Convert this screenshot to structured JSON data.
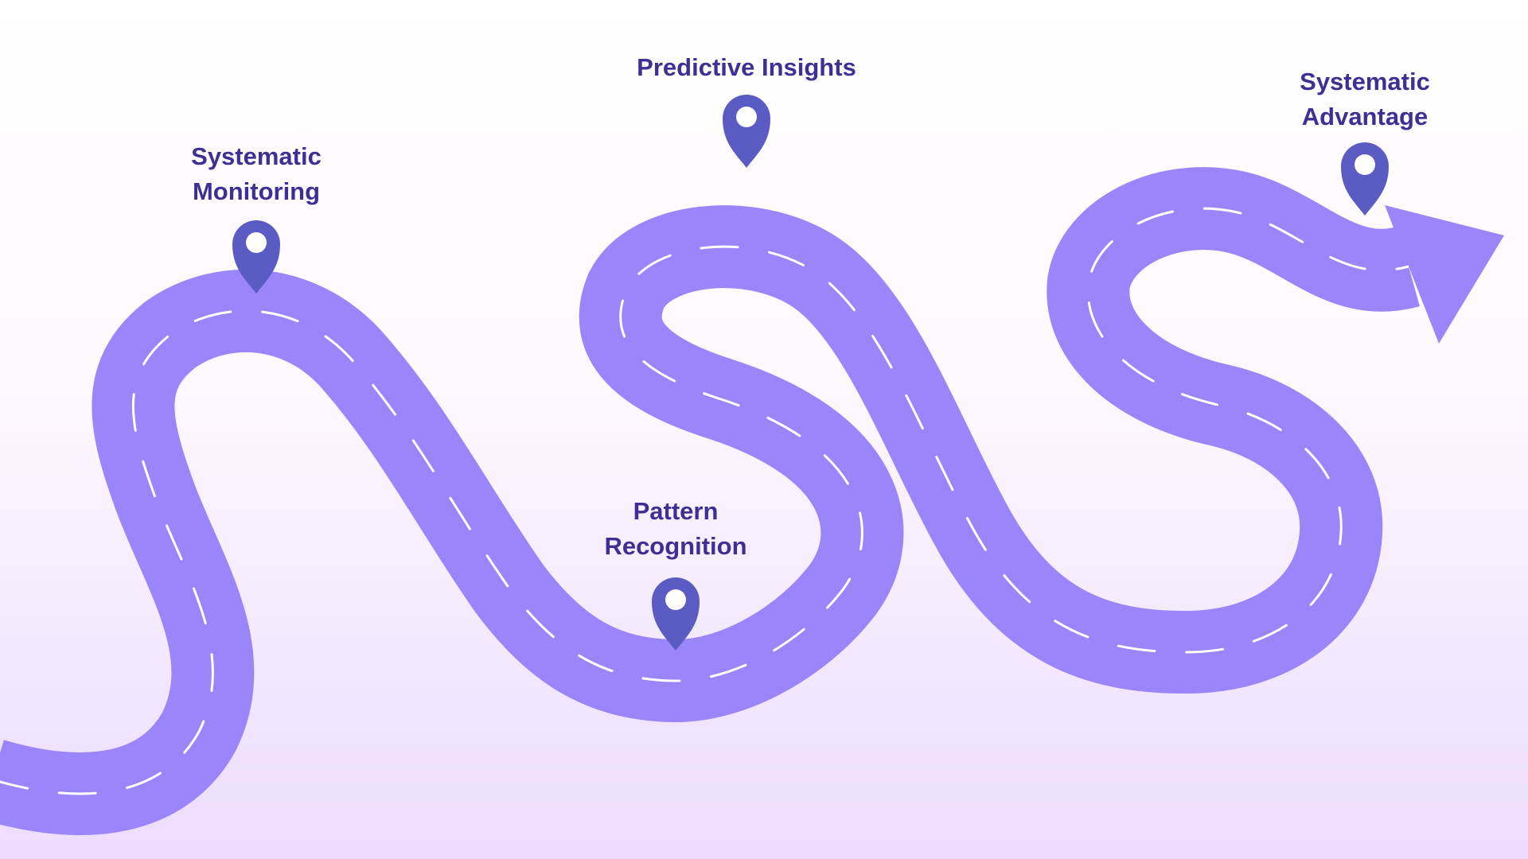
{
  "colors": {
    "background_top": "#ffffff",
    "background_bottom": "#ecdcff",
    "road": "#9b85fb",
    "road_dashes": "#ffffff",
    "pin": "#5a5cc4",
    "pin_hole": "#ffffff",
    "label_text": "#3f2f95"
  },
  "milestones": [
    {
      "id": "systematic-monitoring",
      "line1": "Systematic",
      "line2": "Monitoring",
      "icon": "map-pin-icon"
    },
    {
      "id": "predictive-insights",
      "line1": "Predictive Insights",
      "line2": "",
      "icon": "map-pin-icon"
    },
    {
      "id": "pattern-recognition",
      "line1": "Pattern",
      "line2": "Recognition",
      "icon": "map-pin-icon"
    },
    {
      "id": "systematic-advantage",
      "line1": "Systematic",
      "line2": "Advantage",
      "icon": "map-pin-icon"
    }
  ],
  "road": {
    "arrow_icon": "arrow-head-icon"
  }
}
